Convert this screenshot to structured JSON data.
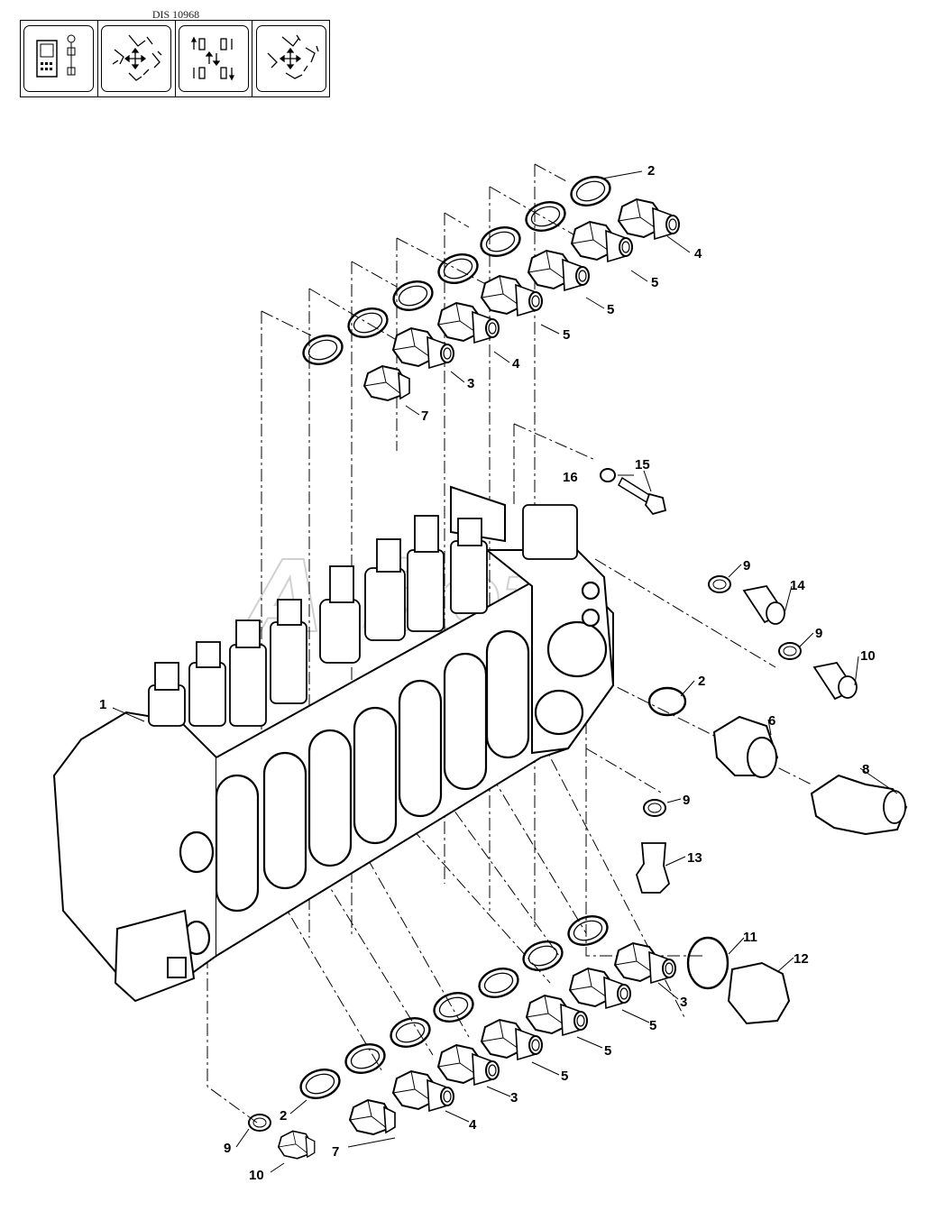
{
  "header": {
    "code": "DIS 10968"
  },
  "icons": [
    {
      "name": "display-panel-icon"
    },
    {
      "name": "excavator-arm-movement-icon"
    },
    {
      "name": "track-travel-direction-icon"
    },
    {
      "name": "boom-bucket-movement-icon"
    }
  ],
  "watermark": "A∙Soft",
  "callouts": {
    "c1": "1",
    "c2a": "2",
    "c2b": "2",
    "c2c": "2",
    "c3a": "3",
    "c3b": "3",
    "c3c": "3",
    "c4a": "4",
    "c4b": "4",
    "c4c": "4",
    "c5a": "5",
    "c5b": "5",
    "c5c": "5",
    "c5d": "5",
    "c5e": "5",
    "c5f": "5",
    "c6": "6",
    "c7a": "7",
    "c7b": "7",
    "c8": "8",
    "c9a": "9",
    "c9b": "9",
    "c9c": "9",
    "c9d": "9",
    "c10a": "10",
    "c10b": "10",
    "c11": "11",
    "c12": "12",
    "c13": "13",
    "c14": "14",
    "c15": "15",
    "c16": "16"
  }
}
